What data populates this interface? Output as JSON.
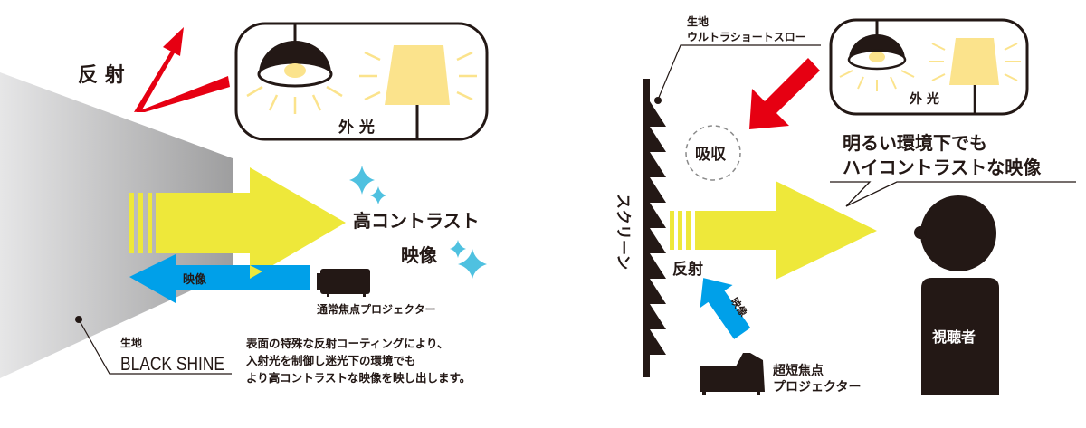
{
  "left_panel": {
    "reflection_label": "反 射",
    "external_light_label": "外 光",
    "high_contrast_label_line1": "高コントラスト",
    "high_contrast_label_line2": "映像",
    "image_arrow_label": "映像",
    "projector_label": "通常焦点プロジェクター",
    "fabric_caption": "生地",
    "fabric_name": "BLACK SHINE",
    "description": [
      "表面の特殊な反射コーティングにより、",
      "入射光を制御し迷光下の環境でも",
      "より高コントラストな映像を映し出します。"
    ]
  },
  "right_panel": {
    "fabric_caption": "生地",
    "fabric_name": "ウルトラショートスロー",
    "external_light_label": "外 光",
    "absorb_label": "吸収",
    "speech_line1": "明るい環境下でも",
    "speech_line2": "ハイコントラストな映像",
    "screen_label": "スクリーン",
    "reflection_label": "反射",
    "image_arrow_label": "映像",
    "projector_label_line1": "超短焦点",
    "projector_label_line2": "プロジェクター",
    "viewer_label": "視聴者"
  },
  "colors": {
    "yellow": "#eee83a",
    "blue": "#00a0e9",
    "red": "#e60012",
    "ink": "#231815",
    "lamp_glow": "#fbe38c",
    "sparkle": "#4fc1e0"
  }
}
